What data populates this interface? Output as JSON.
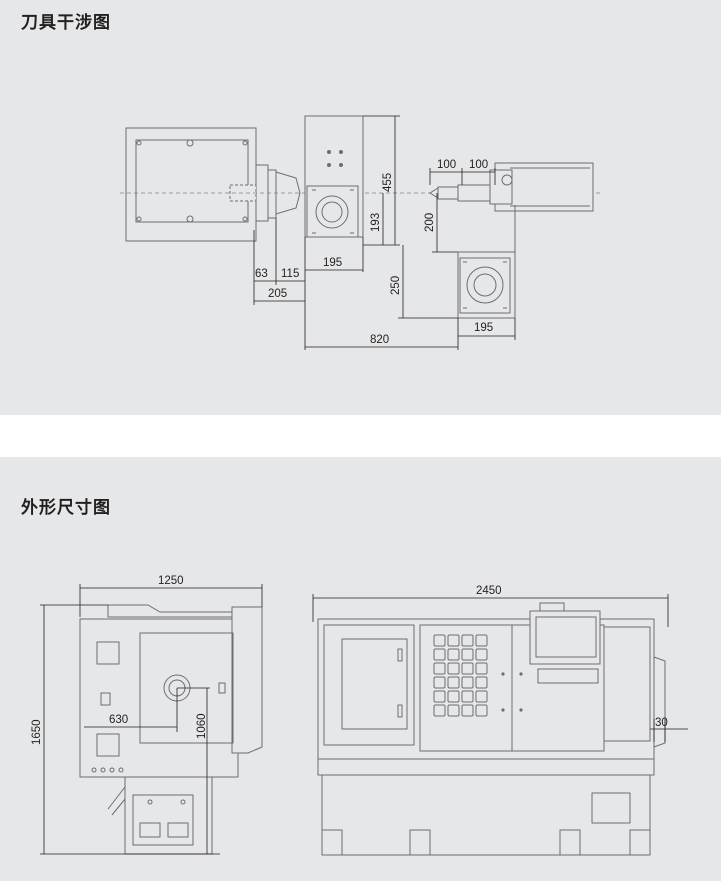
{
  "sections": {
    "interference": {
      "title": "刀具干涉图"
    },
    "outline": {
      "title": "外形尺寸图"
    }
  },
  "interference_dims": {
    "d455": "455",
    "d193": "193",
    "d200": "200",
    "d250": "250",
    "d100a": "100",
    "d100b": "100",
    "d63": "63",
    "d115": "115",
    "d195a": "195",
    "d205": "205",
    "d195b": "195",
    "d820": "820"
  },
  "outline_dims": {
    "d1250": "1250",
    "d1650": "1650",
    "d630": "630",
    "d1060": "1060",
    "d2450": "2450",
    "d30": "30"
  }
}
